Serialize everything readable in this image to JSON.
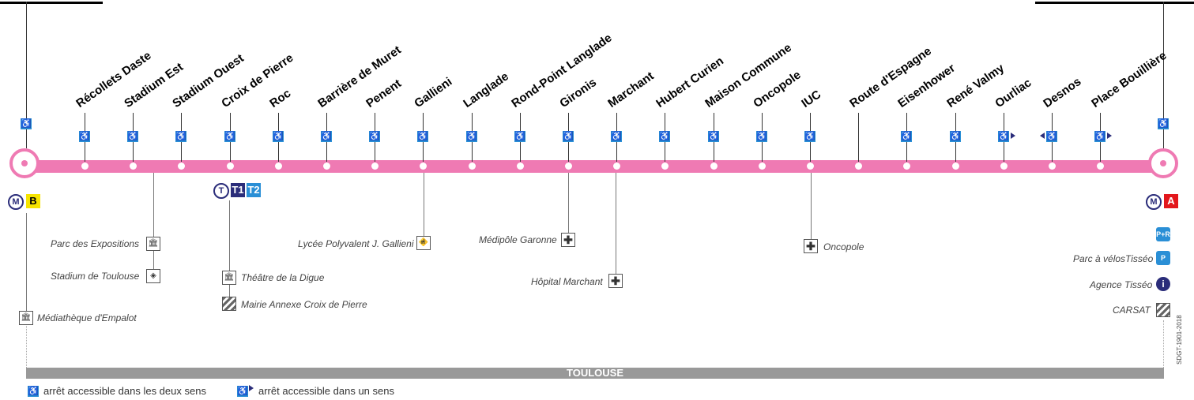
{
  "stops": [
    {
      "name": "Récollets Daste"
    },
    {
      "name": "Stadium Est"
    },
    {
      "name": "Stadium Ouest"
    },
    {
      "name": "Croix de Pierre"
    },
    {
      "name": "Roc"
    },
    {
      "name": "Barrière de Muret"
    },
    {
      "name": "Penent"
    },
    {
      "name": "Gallieni"
    },
    {
      "name": "Langlade"
    },
    {
      "name": "Rond-Point Langlade"
    },
    {
      "name": "Gironis"
    },
    {
      "name": "Marchant"
    },
    {
      "name": "Hubert Curien"
    },
    {
      "name": "Maison Commune"
    },
    {
      "name": "Oncopole"
    },
    {
      "name": "IUC"
    },
    {
      "name": "Route d'Espagne"
    },
    {
      "name": "Eisenhower"
    },
    {
      "name": "René Valmy"
    },
    {
      "name": "Ourliac"
    },
    {
      "name": "Desnos"
    },
    {
      "name": "Place Bouillière"
    }
  ],
  "left_terminus": {
    "metro_label": "M",
    "line_label": "B"
  },
  "right_terminus": {
    "metro_label": "M",
    "line_label": "A"
  },
  "tram": {
    "t": "T",
    "t1": "T1",
    "t2": "T2"
  },
  "pois": {
    "parc_expo": "Parc des Expositions",
    "stadium": "Stadium de Toulouse",
    "mediatheque": "Médiathèque d'Empalot",
    "theatre": "Théâtre de la Digue",
    "mairie": "Mairie Annexe Croix de Pierre",
    "lycee": "Lycée Polyvalent J. Gallieni",
    "medipole": "Médipôle Garonne",
    "hopital": "Hôpital Marchant",
    "oncopole": "Oncopole",
    "parc_velos": "Parc à vélosTisséo",
    "agence": "Agence Tisséo",
    "carsat": "CARSAT"
  },
  "pr_label": "P+R",
  "city_bar": "TOULOUSE",
  "legend": {
    "both": "arrêt accessible dans les deux sens",
    "one": "arrêt accessible dans un sens"
  },
  "code": "SDGT-1901-2018",
  "colors": {
    "line": "#ef7ab3",
    "access": "#2a8fd6",
    "metro_b": "#f6e400",
    "metro_a": "#e3171c",
    "tisseo_blue": "#2b2d7a"
  }
}
